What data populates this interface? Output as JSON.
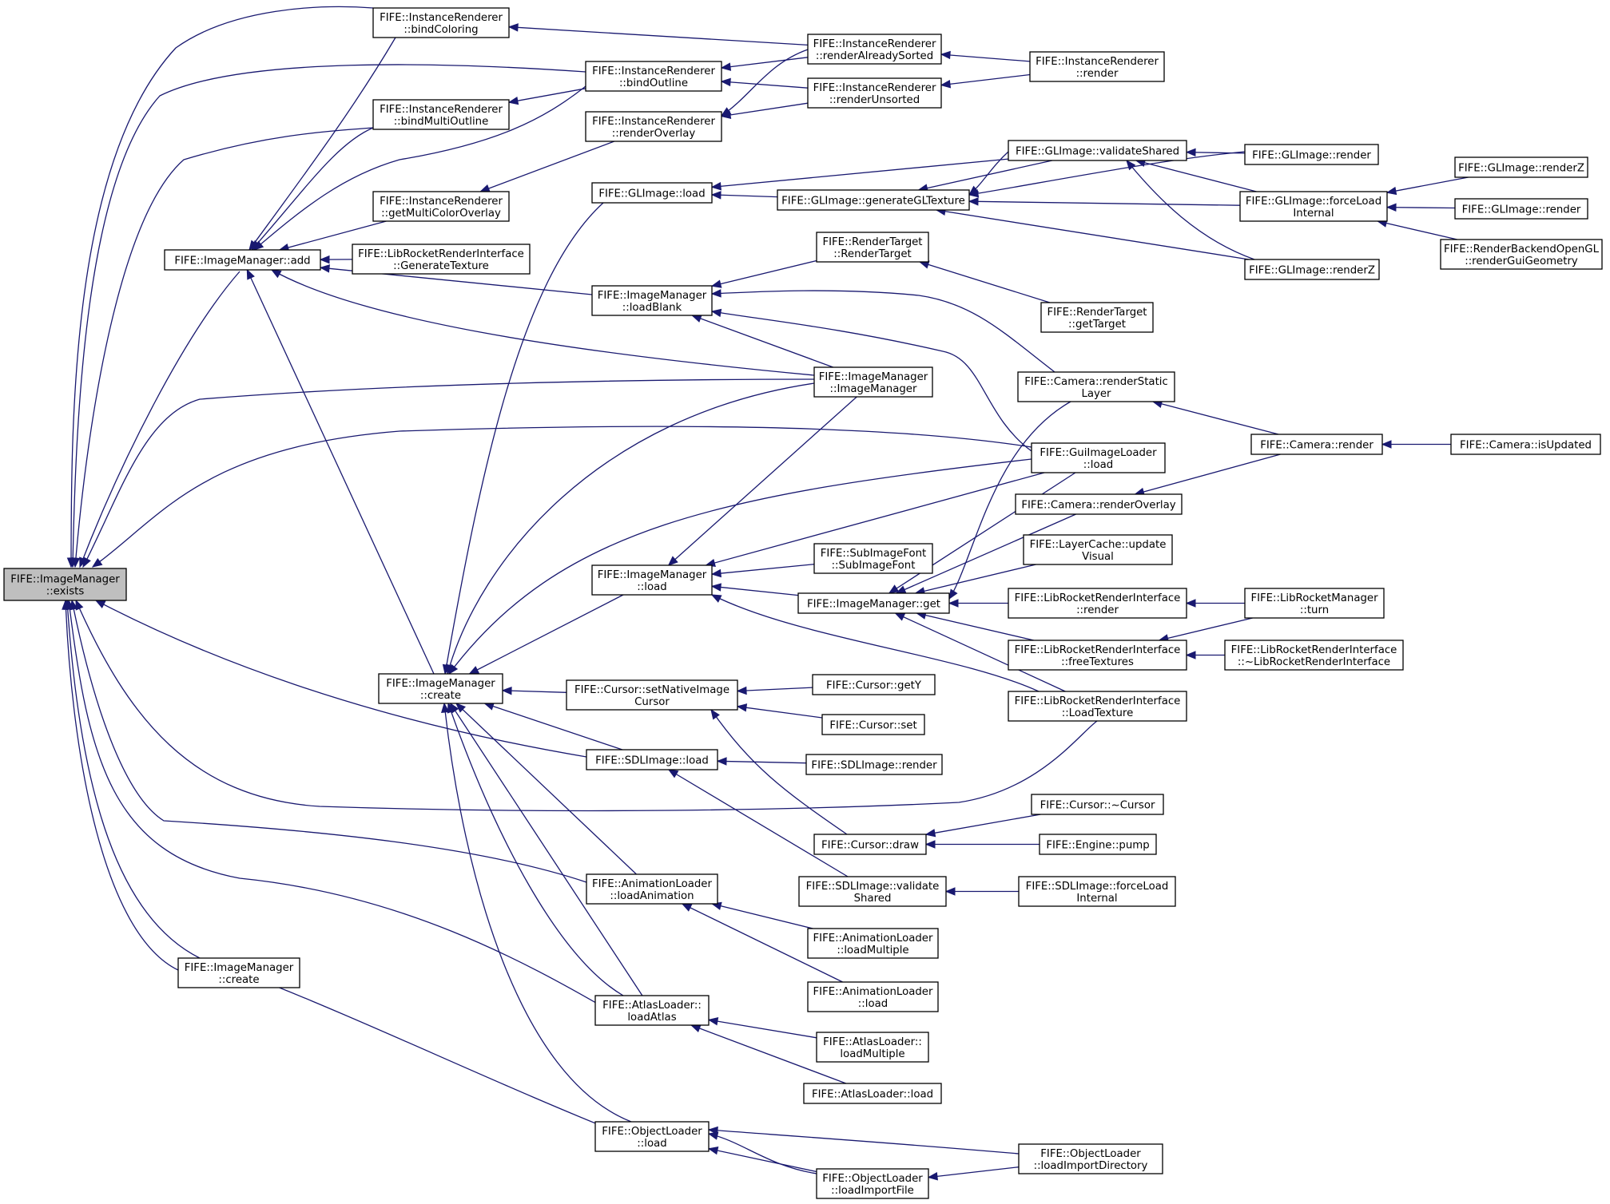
{
  "graph": {
    "root": "exists",
    "colors": {
      "edge": "#191970",
      "node_border": "#000000",
      "root_fill": "#bfbfbf",
      "node_fill": "#ffffff"
    },
    "nodes": [
      {
        "id": "exists",
        "lines": [
          "FIFE::ImageManager",
          "::exists"
        ]
      },
      {
        "id": "ir_bindColoring",
        "lines": [
          "FIFE::InstanceRenderer",
          "::bindColoring"
        ]
      },
      {
        "id": "ir_bindOutline",
        "lines": [
          "FIFE::InstanceRenderer",
          "::bindOutline"
        ]
      },
      {
        "id": "ir_bindMultiOutline",
        "lines": [
          "FIFE::InstanceRenderer",
          "::bindMultiOutline"
        ]
      },
      {
        "id": "ir_renderOverlay",
        "lines": [
          "FIFE::InstanceRenderer",
          "::renderOverlay"
        ]
      },
      {
        "id": "ir_getMultiColorOverlay",
        "lines": [
          "FIFE::InstanceRenderer",
          "::getMultiColorOverlay"
        ]
      },
      {
        "id": "ir_renderAlreadySorted",
        "lines": [
          "FIFE::InstanceRenderer",
          "::renderAlreadySorted"
        ]
      },
      {
        "id": "ir_renderUnsorted",
        "lines": [
          "FIFE::InstanceRenderer",
          "::renderUnsorted"
        ]
      },
      {
        "id": "ir_render",
        "lines": [
          "FIFE::InstanceRenderer",
          "::render"
        ]
      },
      {
        "id": "im_add",
        "lines": [
          "FIFE::ImageManager::add"
        ]
      },
      {
        "id": "lrri_GenerateTexture",
        "lines": [
          "FIFE::LibRocketRenderInterface",
          "::GenerateTexture"
        ]
      },
      {
        "id": "gl_load",
        "lines": [
          "FIFE::GLImage::load"
        ]
      },
      {
        "id": "gl_validateShared",
        "lines": [
          "FIFE::GLImage::validateShared"
        ]
      },
      {
        "id": "gl_generateGLTexture",
        "lines": [
          "FIFE::GLImage::generateGLTexture"
        ]
      },
      {
        "id": "gl_render1",
        "lines": [
          "FIFE::GLImage::render"
        ]
      },
      {
        "id": "gl_forceLoadInternal",
        "lines": [
          "FIFE::GLImage::forceLoad",
          "Internal"
        ]
      },
      {
        "id": "gl_renderZ1",
        "lines": [
          "FIFE::GLImage::renderZ"
        ]
      },
      {
        "id": "gl_render2",
        "lines": [
          "FIFE::GLImage::render"
        ]
      },
      {
        "id": "rbogl_renderGuiGeometry",
        "lines": [
          "FIFE::RenderBackendOpenGL",
          "::renderGuiGeometry"
        ]
      },
      {
        "id": "gl_renderZ2",
        "lines": [
          "FIFE::GLImage::renderZ"
        ]
      },
      {
        "id": "rt_RenderTarget",
        "lines": [
          "FIFE::RenderTarget",
          "::RenderTarget"
        ]
      },
      {
        "id": "rt_getTarget",
        "lines": [
          "FIFE::RenderTarget",
          "::getTarget"
        ]
      },
      {
        "id": "im_loadBlank",
        "lines": [
          "FIFE::ImageManager",
          "::loadBlank"
        ]
      },
      {
        "id": "im_ImageManager",
        "lines": [
          "FIFE::ImageManager",
          "::ImageManager"
        ]
      },
      {
        "id": "cam_renderStaticLayer",
        "lines": [
          "FIFE::Camera::renderStatic",
          "Layer"
        ]
      },
      {
        "id": "cam_render",
        "lines": [
          "FIFE::Camera::render"
        ]
      },
      {
        "id": "cam_isUpdated",
        "lines": [
          "FIFE::Camera::isUpdated"
        ]
      },
      {
        "id": "gil_load",
        "lines": [
          "FIFE::GuiImageLoader",
          "::load"
        ]
      },
      {
        "id": "cam_renderOverlay",
        "lines": [
          "FIFE::Camera::renderOverlay"
        ]
      },
      {
        "id": "lc_updateVisual",
        "lines": [
          "FIFE::LayerCache::update",
          "Visual"
        ]
      },
      {
        "id": "sif_SubImageFont",
        "lines": [
          "FIFE::SubImageFont",
          "::SubImageFont"
        ]
      },
      {
        "id": "im_load",
        "lines": [
          "FIFE::ImageManager",
          "::load"
        ]
      },
      {
        "id": "im_get",
        "lines": [
          "FIFE::ImageManager::get"
        ]
      },
      {
        "id": "lrri_render",
        "lines": [
          "FIFE::LibRocketRenderInterface",
          "::render"
        ]
      },
      {
        "id": "lrm_turn",
        "lines": [
          "FIFE::LibRocketManager",
          "::turn"
        ]
      },
      {
        "id": "lrri_freeTextures",
        "lines": [
          "FIFE::LibRocketRenderInterface",
          "::freeTextures"
        ]
      },
      {
        "id": "lrri_dtor",
        "lines": [
          "FIFE::LibRocketRenderInterface",
          "::~LibRocketRenderInterface"
        ]
      },
      {
        "id": "lrri_LoadTexture",
        "lines": [
          "FIFE::LibRocketRenderInterface",
          "::LoadTexture"
        ]
      },
      {
        "id": "im_create1",
        "lines": [
          "FIFE::ImageManager",
          "::create"
        ]
      },
      {
        "id": "cur_setNativeImageCursor",
        "lines": [
          "FIFE::Cursor::setNativeImage",
          "Cursor"
        ]
      },
      {
        "id": "cur_getY",
        "lines": [
          "FIFE::Cursor::getY"
        ]
      },
      {
        "id": "cur_set",
        "lines": [
          "FIFE::Cursor::set"
        ]
      },
      {
        "id": "sdl_load",
        "lines": [
          "FIFE::SDLImage::load"
        ]
      },
      {
        "id": "sdl_render",
        "lines": [
          "FIFE::SDLImage::render"
        ]
      },
      {
        "id": "cur_dtor",
        "lines": [
          "FIFE::Cursor::~Cursor"
        ]
      },
      {
        "id": "cur_draw",
        "lines": [
          "FIFE::Cursor::draw"
        ]
      },
      {
        "id": "eng_pump",
        "lines": [
          "FIFE::Engine::pump"
        ]
      },
      {
        "id": "sdl_validateShared",
        "lines": [
          "FIFE::SDLImage::validate",
          "Shared"
        ]
      },
      {
        "id": "sdl_forceLoadInternal",
        "lines": [
          "FIFE::SDLImage::forceLoad",
          "Internal"
        ]
      },
      {
        "id": "al_loadAnimation",
        "lines": [
          "FIFE::AnimationLoader",
          "::loadAnimation"
        ]
      },
      {
        "id": "al_loadMultiple",
        "lines": [
          "FIFE::AnimationLoader",
          "::loadMultiple"
        ]
      },
      {
        "id": "al_load",
        "lines": [
          "FIFE::AnimationLoader",
          "::load"
        ]
      },
      {
        "id": "im_create2",
        "lines": [
          "FIFE::ImageManager",
          "::create"
        ]
      },
      {
        "id": "atl_loadAtlas",
        "lines": [
          "FIFE::AtlasLoader::",
          "loadAtlas"
        ]
      },
      {
        "id": "atl_loadMultiple",
        "lines": [
          "FIFE::AtlasLoader::",
          "loadMultiple"
        ]
      },
      {
        "id": "atl_load",
        "lines": [
          "FIFE::AtlasLoader::load"
        ]
      },
      {
        "id": "ol_load",
        "lines": [
          "FIFE::ObjectLoader",
          "::load"
        ]
      },
      {
        "id": "ol_loadImportFile",
        "lines": [
          "FIFE::ObjectLoader",
          "::loadImportFile"
        ]
      },
      {
        "id": "ol_loadImportDirectory",
        "lines": [
          "FIFE::ObjectLoader",
          "::loadImportDirectory"
        ]
      }
    ]
  }
}
